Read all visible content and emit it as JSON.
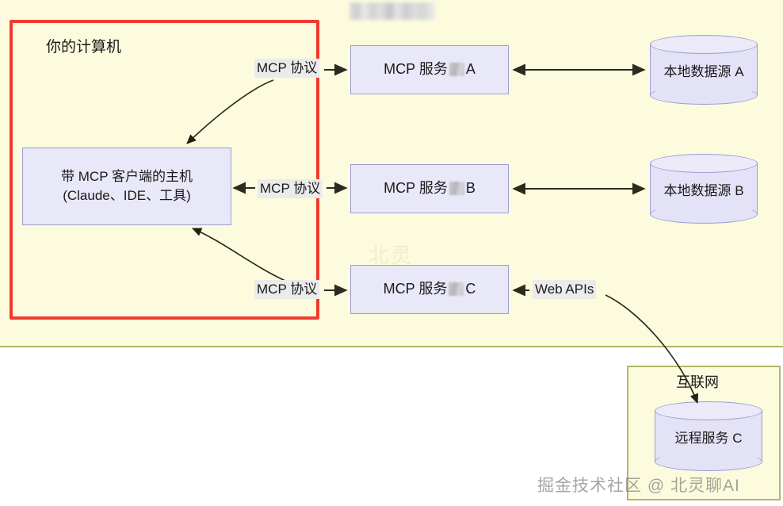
{
  "diagram": {
    "title_watermark_top": "",
    "local_zone": {
      "boundary_label": "你的计算机",
      "host": {
        "line1": "带 MCP 客户端的主机",
        "line2": "(Claude、IDE、工具)"
      },
      "servers": [
        {
          "prefix": "MCP 服务",
          "redacted": true,
          "suffix": "A",
          "name": "mcp-server-a"
        },
        {
          "prefix": "MCP 服务",
          "redacted": true,
          "suffix": "B",
          "name": "mcp-server-b"
        },
        {
          "prefix": "MCP 服务",
          "redacted": true,
          "suffix": "C",
          "name": "mcp-server-c"
        }
      ],
      "datastores": [
        {
          "label": "本地数据源 A"
        },
        {
          "label": "本地数据源 B"
        }
      ]
    },
    "internet_zone": {
      "label": "互联网",
      "remote_service": {
        "label": "远程服务 C"
      }
    },
    "edges": {
      "protocol_1": "MCP 协议",
      "protocol_2": "MCP 协议",
      "protocol_3": "MCP 协议",
      "web_apis": "Web APIs"
    },
    "watermarks": {
      "faint_center": "北灵",
      "footer": "掘金技术社区 @ 北灵聊AI"
    },
    "colors": {
      "panel_bg": "#fdfbdd",
      "panel_border": "#b5b566",
      "boundary_red": "#f23b30",
      "box_fill": "#e8e8f8",
      "box_border": "#9d9dd4",
      "cylinder_fill": "#e3e2f7",
      "label_chip": "#ebebeb",
      "arrow": "#2b2b20"
    }
  }
}
